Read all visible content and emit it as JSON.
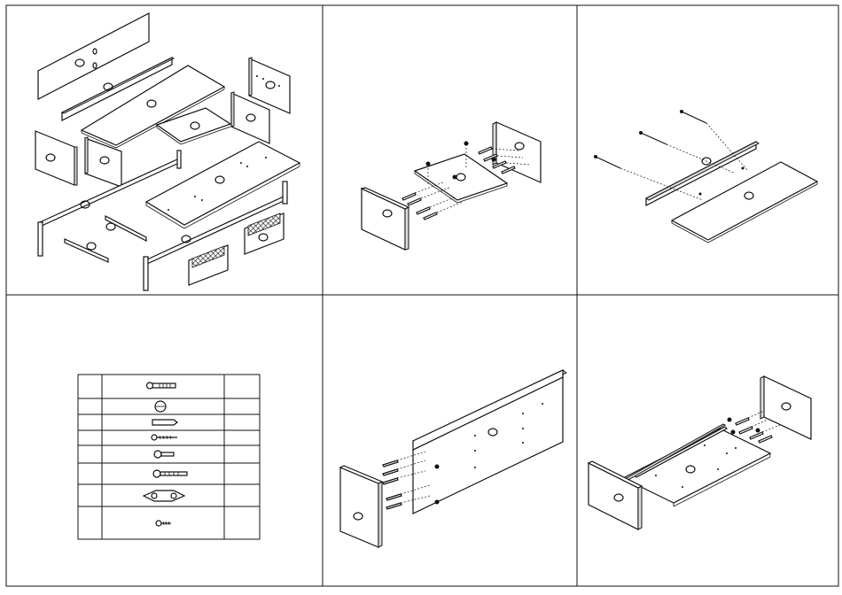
{
  "sheet": {
    "panels": [
      "exploded-parts",
      "step-shelf-to-side",
      "step-rail-to-panel",
      "hardware-list",
      "step-back-panel",
      "step-base-frame"
    ]
  },
  "hardware_table": {
    "rows": [
      {
        "icon": "cam-bolt-icon",
        "qty": ""
      },
      {
        "icon": "cam-lock-icon",
        "qty": ""
      },
      {
        "icon": "wood-dowel-icon",
        "qty": ""
      },
      {
        "icon": "wood-screw-icon",
        "qty": ""
      },
      {
        "icon": "bolt-icon",
        "qty": ""
      },
      {
        "icon": "long-bolt-icon",
        "qty": ""
      },
      {
        "icon": "bracket-icon",
        "qty": ""
      },
      {
        "icon": "small-screw-icon",
        "qty": ""
      }
    ]
  }
}
